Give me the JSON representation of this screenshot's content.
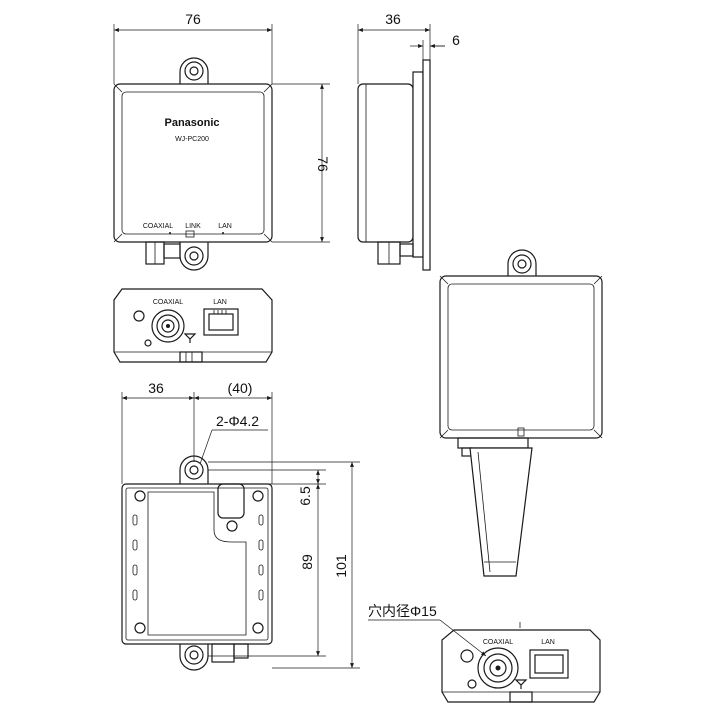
{
  "dimensions": {
    "front_width": "76",
    "front_height": "76",
    "side_depth": "36",
    "side_flange": "6",
    "rear_left": "36",
    "rear_right": "(40)",
    "hole_spec": "2-Φ4.2",
    "rear_offset": "6.5",
    "rear_pitch": "89",
    "rear_height": "101",
    "hole_inner": "穴内径Φ15"
  },
  "device": {
    "brand": "Panasonic",
    "model": "WJ-PC200"
  },
  "ports": {
    "coaxial": "COAXIAL",
    "link": "LINK",
    "lan": "LAN"
  },
  "icons": [
    "mount-hole-icon",
    "ethernet-port-icon",
    "coax-connector-icon",
    "ground-symbol-icon"
  ]
}
